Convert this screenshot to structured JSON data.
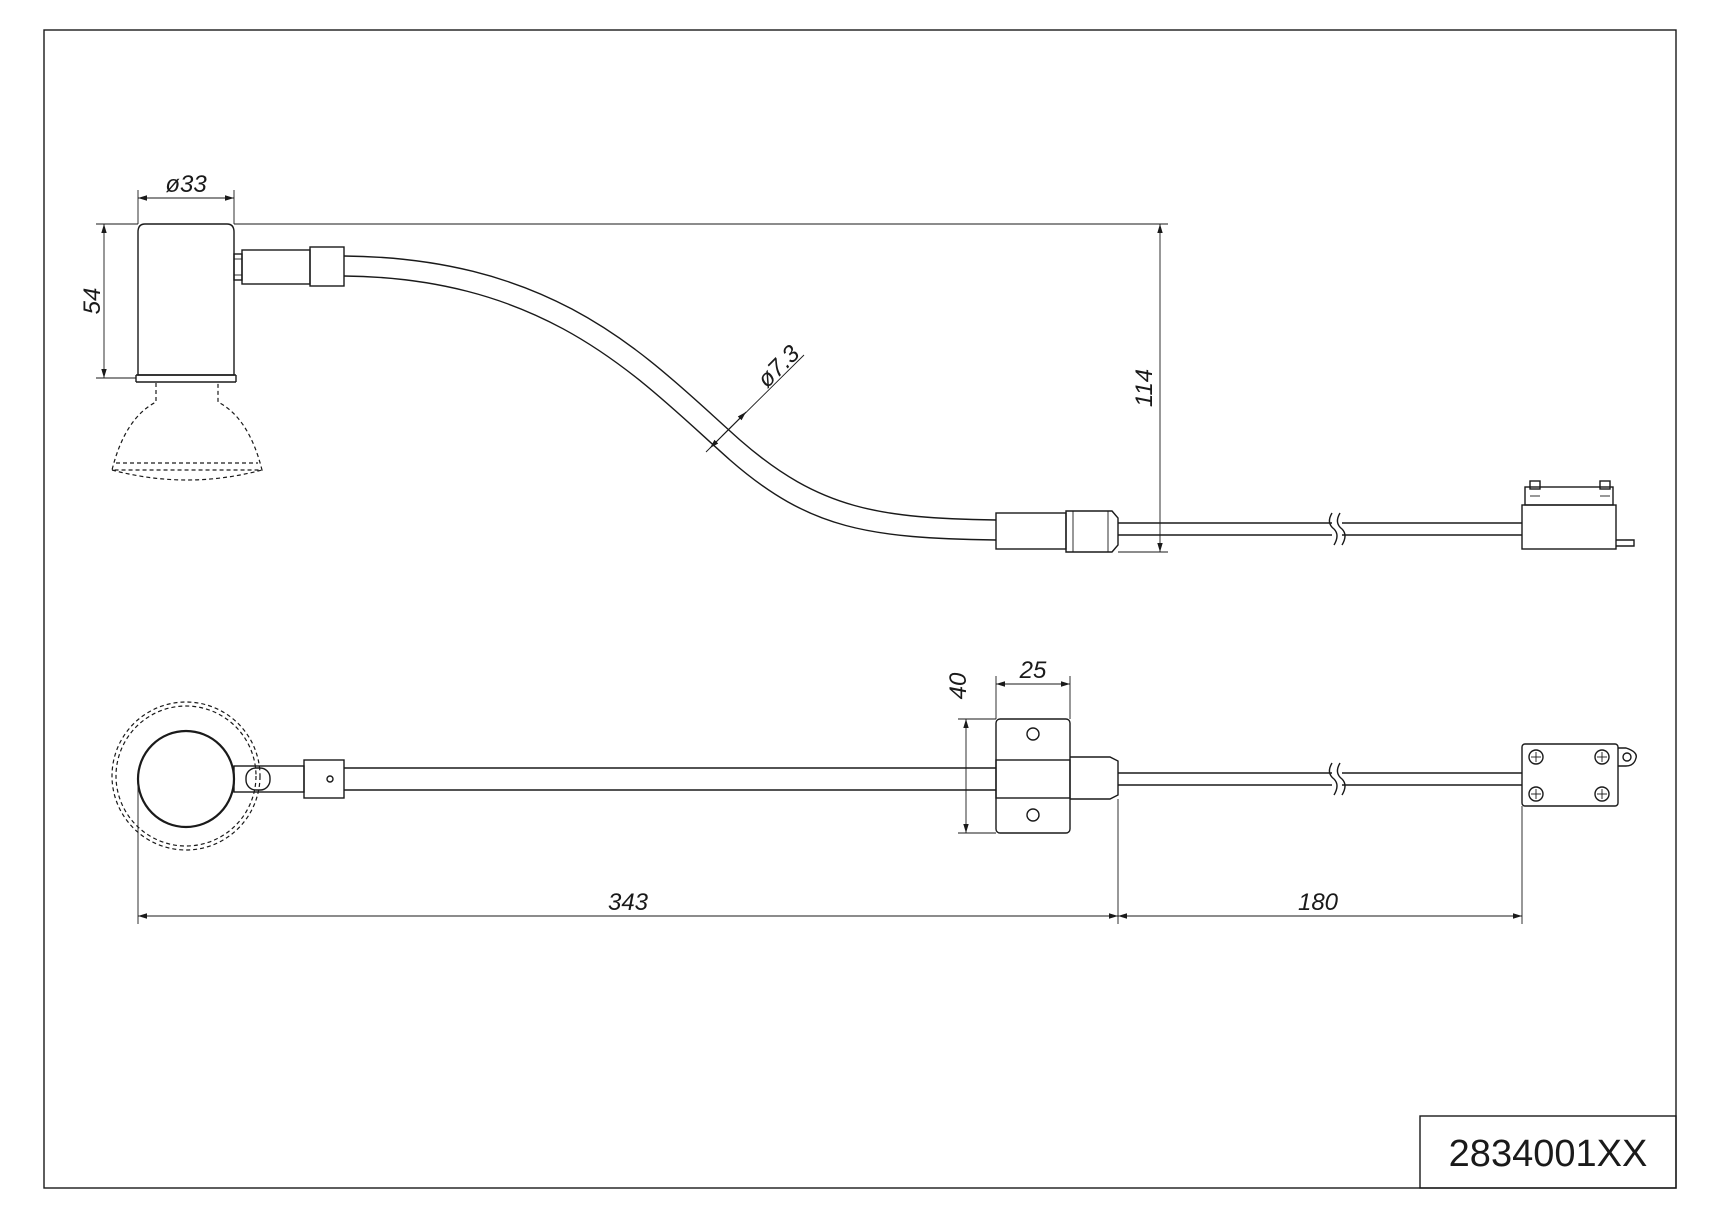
{
  "drawing": {
    "part_number": "2834001XX",
    "dimensions": {
      "head_diameter": "ø33",
      "head_height": "54",
      "cable_diameter": "ø7.3",
      "total_height": "114",
      "bracket_width": "25",
      "bracket_height": "40",
      "arm_length": "343",
      "cable_length": "180"
    }
  },
  "colors": {
    "line": "#1a1a1a",
    "background": "#ffffff"
  }
}
